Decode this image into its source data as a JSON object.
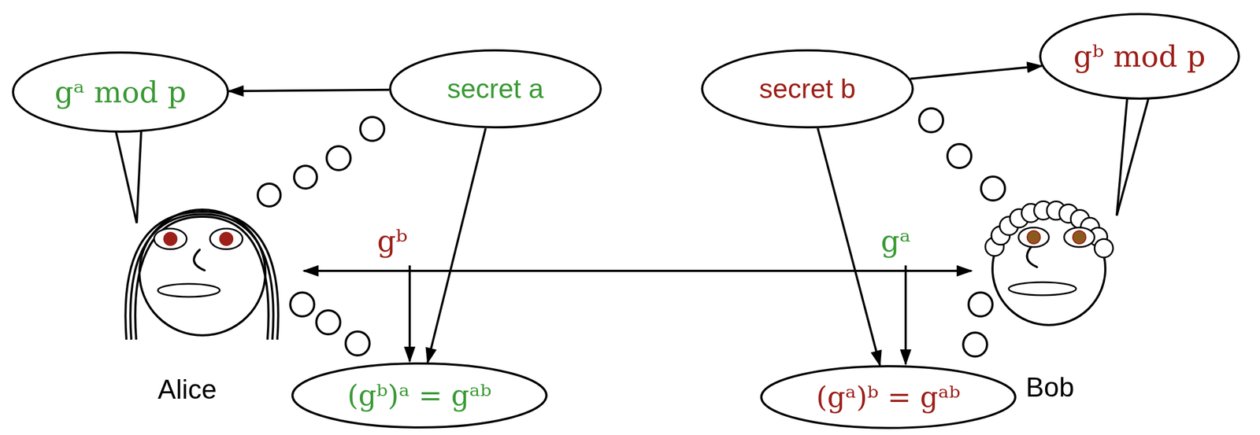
{
  "diagram": {
    "nodes": [
      {
        "text": [
          "gᵃ mod p"
        ]
      },
      {
        "text": [
          "secret a"
        ]
      },
      {
        "text": [
          "secret b"
        ]
      },
      {
        "text": [
          "gᵇ mod p"
        ]
      },
      {
        "text": [
          "Alice"
        ]
      },
      {
        "text": [
          "Bob"
        ]
      },
      {
        "text": [
          "(gᵇ)ᵃ = gᵃᵇ"
        ]
      },
      {
        "text": [
          "(gᵃ)ᵇ = gᵃᵇ"
        ]
      }
    ],
    "edges": [
      {
        "from": 1,
        "to": 0,
        "arrow": "to"
      },
      {
        "from": 2,
        "to": 3,
        "arrow": "to"
      },
      {
        "from": 4,
        "to": 5,
        "arrow": "both"
      },
      {
        "from": 1,
        "to": 6,
        "arrow": "to"
      },
      {
        "from": 2,
        "to": 7,
        "arrow": "to"
      }
    ],
    "labels": [
      "gᵇ",
      "gᵃ"
    ]
  }
}
